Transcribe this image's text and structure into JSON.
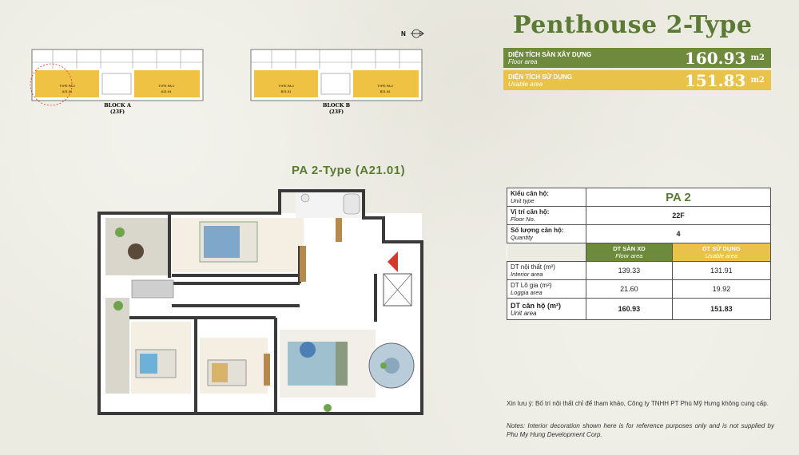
{
  "title": "Penthouse 2-Type",
  "areas": {
    "floor": {
      "label_vi": "DIỆN TÍCH SÀN XÂY DỰNG",
      "label_en": "Floor area",
      "value": "160.93",
      "unit": "m2"
    },
    "usable": {
      "label_vi": "DIỆN TÍCH SỬ DỤNG",
      "label_en": "Usable area",
      "value": "151.83",
      "unit": "m2"
    }
  },
  "key_plans": {
    "block_a": {
      "name": "BLOCK A",
      "floors": "(23F)",
      "unit_labels": [
        "TYPE PA 2",
        "A21.01",
        "TYPE PA 2",
        "A21.04"
      ]
    },
    "block_b": {
      "name": "BLOCK B",
      "floors": "(23F)",
      "unit_labels": [
        "TYPE PA 2",
        "B21.01",
        "TYPE PA 2",
        "B21.04"
      ]
    },
    "north": "N"
  },
  "plan_title": "PA 2-Type (A21.01)",
  "spec": {
    "unit_type": {
      "vi": "Kiểu căn hộ:",
      "en": "Unit type",
      "value": "PA 2"
    },
    "floor_no": {
      "vi": "Vị trí căn hộ:",
      "en": "Floor No.",
      "value": "22F"
    },
    "quantity": {
      "vi": "Số lượng căn hộ:",
      "en": "Quantity",
      "value": "4"
    },
    "col_floor": {
      "vi": "DT SÀN XD",
      "en": "Floor area"
    },
    "col_usable": {
      "vi": "DT SỬ DỤNG",
      "en": "Usable area"
    },
    "rows": [
      {
        "vi": "DT nội thất (m²)",
        "en": "Interior area",
        "floor": "139.33",
        "usable": "131.91"
      },
      {
        "vi": "DT Lô gia (m²)",
        "en": "Loggia area",
        "floor": "21.60",
        "usable": "19.92"
      },
      {
        "vi": "DT căn hộ (m²)",
        "en": "Unit area",
        "floor": "160.93",
        "usable": "151.83"
      }
    ]
  },
  "notes": {
    "vi": "Xin lưu ý: Bố trí nội thất chỉ để tham khảo, Công ty TNHH PT Phú Mỹ Hưng không cung cấp.",
    "en": "Notes: Interior decoration shown here is for reference purposes only and is not supplied by Phu My Hung Development Corp."
  },
  "colors": {
    "brand_green": "#5b7a33",
    "bar_green": "#6e8a3c",
    "bar_yellow": "#e9c349",
    "unit_fill": "#f0c244"
  }
}
